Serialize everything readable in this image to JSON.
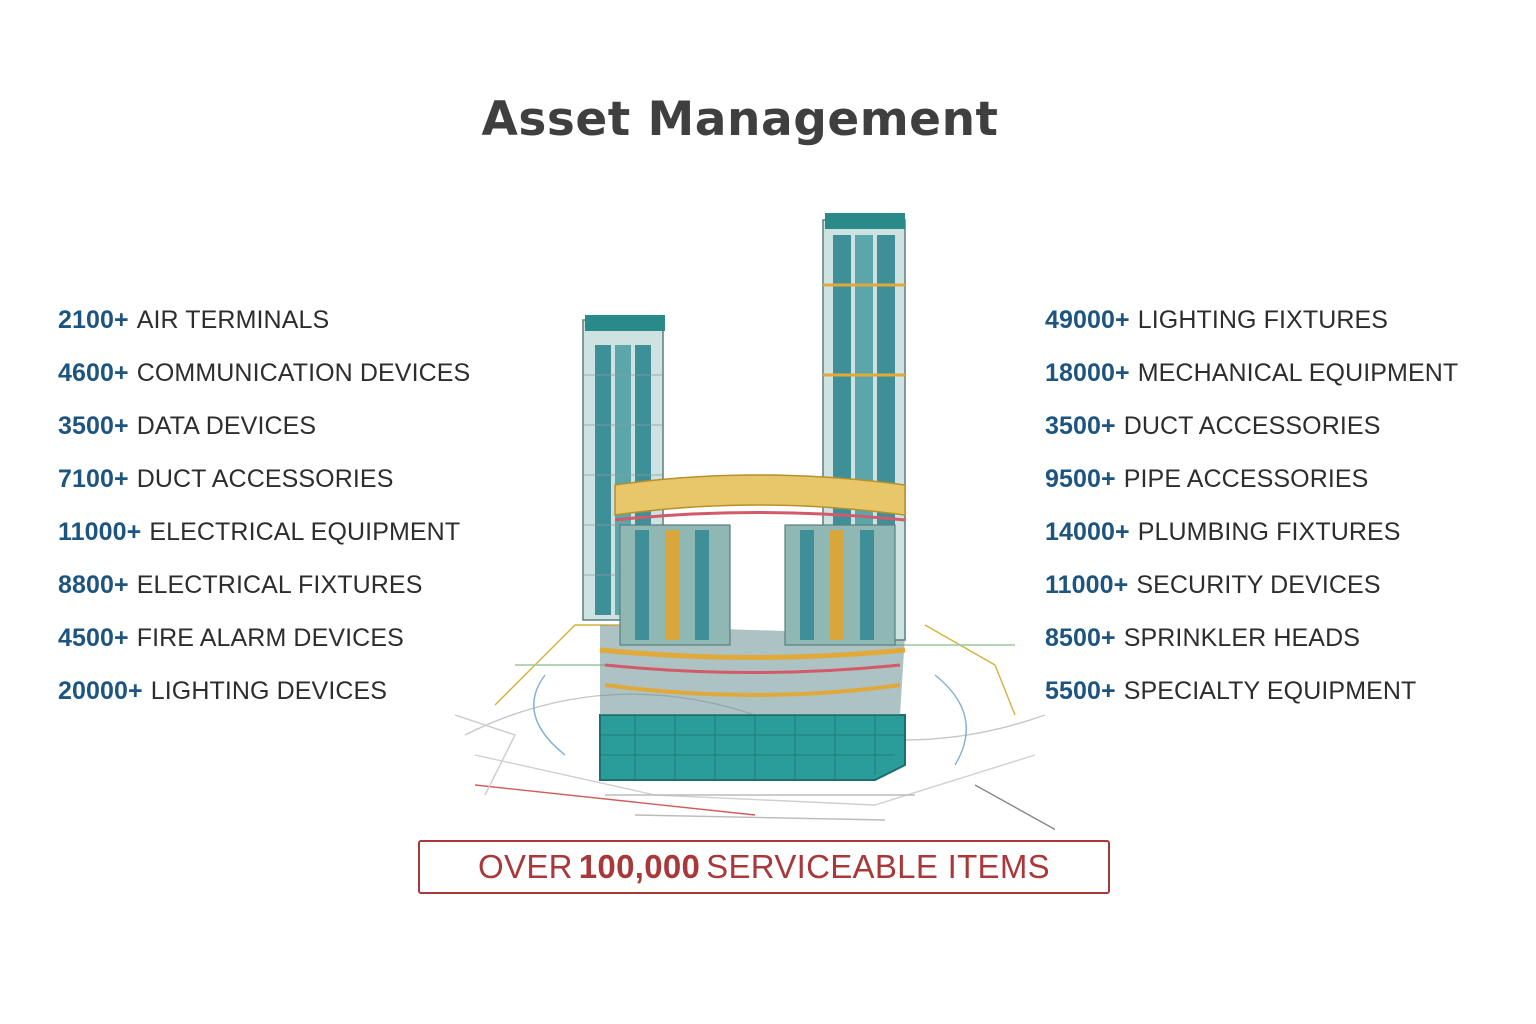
{
  "title": "Asset Management",
  "left_items": [
    {
      "count": "2100+",
      "label": "AIR TERMINALS"
    },
    {
      "count": "4600+",
      "label": "COMMUNICATION DEVICES"
    },
    {
      "count": "3500+",
      "label": "DATA DEVICES"
    },
    {
      "count": "7100+",
      "label": "DUCT ACCESSORIES"
    },
    {
      "count": "11000+",
      "label": "ELECTRICAL EQUIPMENT"
    },
    {
      "count": "8800+",
      "label": "ELECTRICAL FIXTURES"
    },
    {
      "count": "4500+",
      "label": "FIRE ALARM DEVICES"
    },
    {
      "count": "20000+",
      "label": "LIGHTING DEVICES"
    }
  ],
  "right_items": [
    {
      "count": "49000+",
      "label": "LIGHTING FIXTURES"
    },
    {
      "count": "18000+",
      "label": "MECHANICAL EQUIPMENT"
    },
    {
      "count": "3500+",
      "label": "DUCT ACCESSORIES"
    },
    {
      "count": "9500+",
      "label": "PIPE ACCESSORIES"
    },
    {
      "count": "14000+",
      "label": "PLUMBING FIXTURES"
    },
    {
      "count": "11000+",
      "label": "SECURITY DEVICES"
    },
    {
      "count": "8500+",
      "label": "SPRINKLER HEADS"
    },
    {
      "count": "5500+",
      "label": "SPECIALTY EQUIPMENT"
    }
  ],
  "banner": {
    "prefix": "OVER",
    "highlight": "100,000",
    "suffix": "SERVICEABLE ITEMS"
  },
  "colors": {
    "count": "#1e5580",
    "banner": "#a8383a",
    "teal": "#2a9c9a",
    "gold": "#d9b54a"
  },
  "icons": {
    "illustration": "building-bim-model-illustration"
  }
}
